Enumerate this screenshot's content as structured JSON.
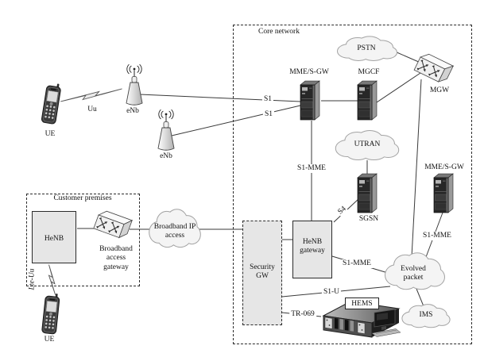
{
  "regions": {
    "core_network": "Core network",
    "customer_premises": "Customer premises"
  },
  "nodes": {
    "ue_top": {
      "label": "UE"
    },
    "ue_bottom": {
      "label": "UE"
    },
    "enb_1": {
      "label": "eNb"
    },
    "enb_2": {
      "label": "eNb"
    },
    "mme_sgw_left": {
      "label": "MME/S-GW"
    },
    "mgcf": {
      "label": "MGCF"
    },
    "pstn": {
      "label": "PSTN"
    },
    "mgw": {
      "label": "MGW"
    },
    "utran": {
      "label": "UTRAN"
    },
    "sgsn": {
      "label": "SGSN"
    },
    "mme_sgw_right": {
      "label": "MME/S-GW"
    },
    "henb": {
      "label": "HeNB"
    },
    "security_gw": {
      "lines": [
        "Security",
        "GW"
      ]
    },
    "henb_gateway": {
      "lines": [
        "HeNB",
        "gateway"
      ]
    },
    "broadband_access_gateway": {
      "lines": [
        "Broadband",
        "access",
        "gateway"
      ]
    },
    "broadband_ip_access": {
      "lines": [
        "Broadband IP",
        "access"
      ]
    },
    "evolved_packet": {
      "lines": [
        "Evolved",
        "packet"
      ]
    },
    "ims": {
      "label": "IMS"
    },
    "hems": {
      "label": "HEMS"
    }
  },
  "interfaces": {
    "uu": "Uu",
    "lte_uu": "Lte-Uu",
    "s1_first": "S1",
    "s1_second": "S1",
    "s1_mme_core": "S1-MME",
    "s4": "S4",
    "s1_mme_right": "S1-MME",
    "s1_mme_gateway": "S1-MME",
    "s1_u": "S1-U",
    "tr_069": "TR-069"
  },
  "icons": {
    "ue": "mobile-phone",
    "enb": "antenna-tower",
    "servers": "tower-server",
    "mgw": "switch-crossed-arrows",
    "broadband_access_gateway": "switch-crossed-arrows",
    "hems": "rack-server-with-terminal",
    "networks": "cloud",
    "radio_link": "lightning-bolt"
  },
  "colors": {
    "node_box_fill": "#e6e6e6",
    "diagram_line": "#3a3a3a",
    "cloud_fill": "#f4f4f4",
    "cloud_outline": "#a3a3a3",
    "label_text": "#111111",
    "server_body": "#272727"
  }
}
